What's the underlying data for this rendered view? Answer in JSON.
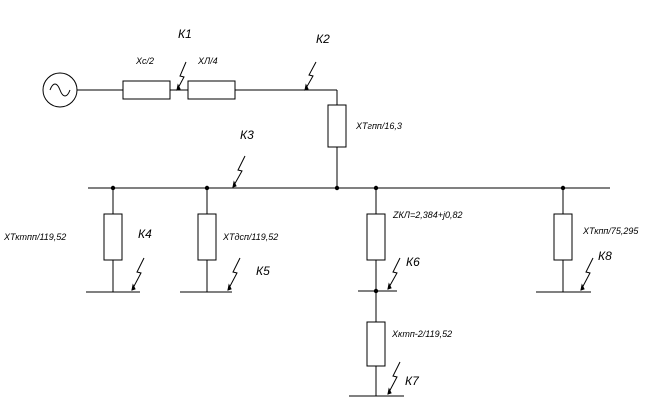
{
  "colors": {
    "line": "#000000",
    "background": "#ffffff"
  },
  "source": {
    "icon": "ac-generator-icon"
  },
  "elements": {
    "xc": "Xc/2",
    "xl": "XЛ/4",
    "xtgpp": "XТгпп/16,3",
    "xtktpp": "XТктпп/119,52",
    "xtdsp": "XТдсп/119,52",
    "zkl": "ZКЛ=2,384+j0,82",
    "xtkpp": "XТкпп/75,295",
    "xktp2": "Xктп-2/119,52"
  },
  "faults": {
    "k1": "К1",
    "k2": "К2",
    "k3": "К3",
    "k4": "К4",
    "k5": "К5",
    "k6": "К6",
    "k7": "К7",
    "k8": "К8"
  }
}
